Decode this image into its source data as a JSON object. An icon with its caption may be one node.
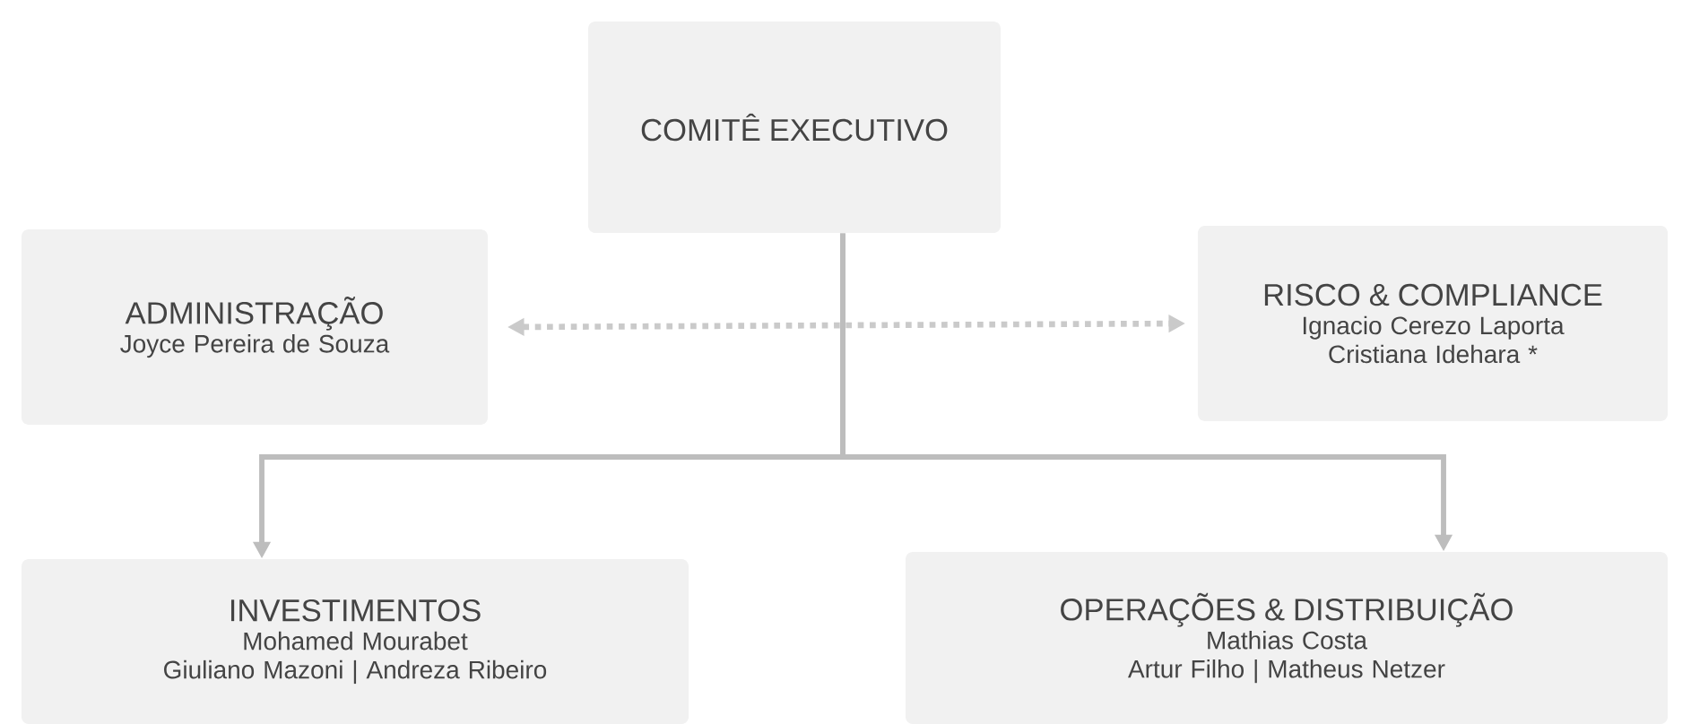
{
  "diagram": {
    "nodes": [
      {
        "text": [
          "COMITÊ EXECUTIVO"
        ]
      },
      {
        "text": [
          "ADMINISTRAÇÃO",
          "Joyce Pereira de Souza"
        ]
      },
      {
        "text": [
          "RISCO & COMPLIANCE",
          "Ignacio Cerezo Laporta",
          "Cristiana Idehara *"
        ]
      },
      {
        "text": [
          "INVESTIMENTOS",
          "Mohamed Mourabet",
          "Giuliano Mazoni | Andreza Ribeiro"
        ]
      },
      {
        "text": [
          "OPERAÇÕES & DISTRIBUIÇÃO",
          "Mathias Costa",
          "Artur Filho | Matheus Netzer"
        ]
      }
    ],
    "edges": [
      {
        "from": 1,
        "to": 2,
        "arrow": "both",
        "style": "dashed"
      },
      {
        "from": 0,
        "to": 3,
        "arrow": "to"
      },
      {
        "from": 0,
        "to": 4,
        "arrow": "to"
      }
    ]
  }
}
